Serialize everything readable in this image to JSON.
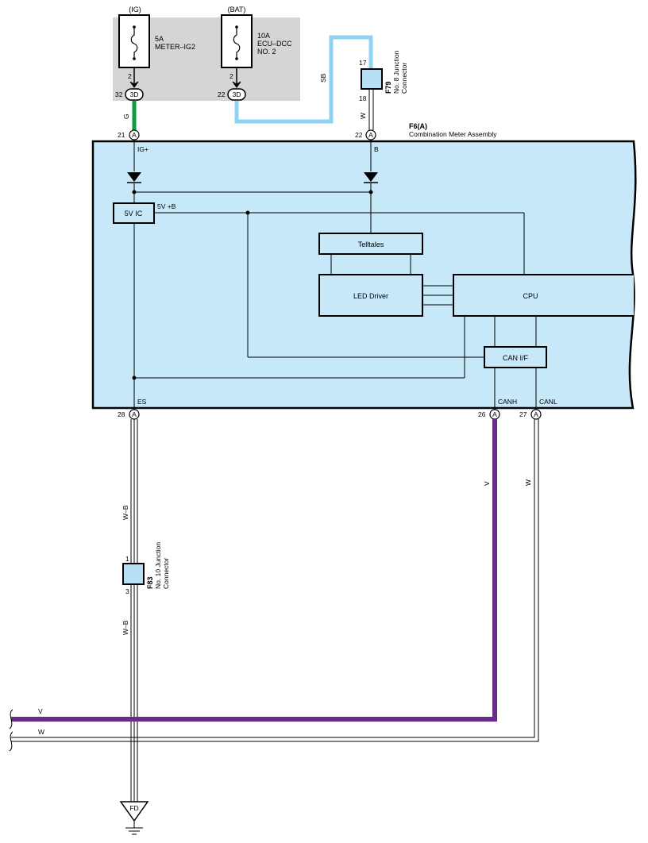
{
  "fuse_box": {
    "fuse_ig": {
      "source": "(IG)",
      "amp": "5A",
      "name": "METER–IG2",
      "pin": "2",
      "conn_pin": "32",
      "conn": "3D"
    },
    "fuse_bat": {
      "source": "(BAT)",
      "amp": "10A",
      "name_line1": "ECU–DCC",
      "name_line2": "NO. 2",
      "pin": "2",
      "conn_pin": "22",
      "conn": "3D"
    }
  },
  "junction_f79": {
    "code": "F79",
    "name_line1": "No. 8 Junction",
    "name_line2": "Connector",
    "pin_top": "17",
    "pin_bottom": "18"
  },
  "junction_f83": {
    "code": "F83",
    "name_line1": "No. 10 Junction",
    "name_line2": "Connector",
    "pin_top": "1",
    "pin_bottom": "3"
  },
  "meter": {
    "code": "F6(A)",
    "name": "Combination Meter Assembly",
    "conn_letter": "A",
    "pins": {
      "ig": {
        "num": "21",
        "label": "IG+"
      },
      "b": {
        "num": "22",
        "label": "B"
      },
      "es": {
        "num": "28",
        "label": "ES"
      },
      "canh": {
        "num": "26",
        "label": "CANH"
      },
      "canl": {
        "num": "27",
        "label": "CANL"
      }
    },
    "blocks": {
      "ic": "5V IC",
      "ic_out": "5V +B",
      "telltales": "Telltales",
      "led": "LED Driver",
      "cpu": "CPU",
      "can_if": "CAN I/F"
    }
  },
  "wires": {
    "ig": "G",
    "bat": "SB",
    "b_pin": "W",
    "es_upper": "W–B",
    "es_lower": "W–B",
    "canh": "V",
    "canl": "W",
    "bus_v": "V",
    "bus_w": "W"
  },
  "ground": {
    "label": "FD"
  },
  "colors": {
    "fuse_box_bg": "#d5d5d5",
    "meter_bg": "#c6e8f8",
    "junction_bg": "#b8e0f5",
    "wire_green": "#119944",
    "wire_sky": "#8fd3f1",
    "wire_violet": "#6b2b8c"
  }
}
